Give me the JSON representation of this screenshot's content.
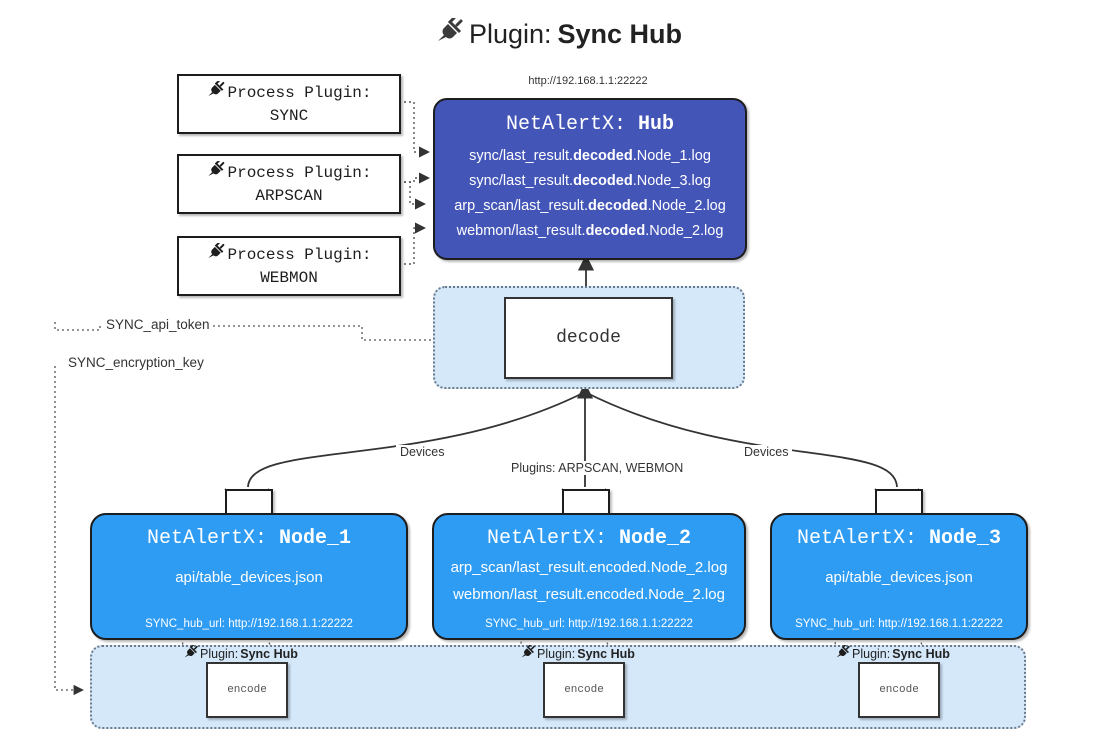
{
  "title": {
    "icon": "plug-icon",
    "prefix": "Plugin:",
    "name": "Sync Hub"
  },
  "hub": {
    "url": "http://192.168.1.1:22222",
    "title_prefix": "NetAlertX:",
    "title_name": "Hub",
    "lines": [
      {
        "pre": "sync/last_result.",
        "bold": "decoded",
        "post": ".Node_1.log"
      },
      {
        "pre": "sync/last_result.",
        "bold": "decoded",
        "post": ".Node_3.log"
      },
      {
        "pre": "arp_scan/last_result.",
        "bold": "decoded",
        "post": ".Node_2.log"
      },
      {
        "pre": "webmon/last_result.",
        "bold": "decoded",
        "post": ".Node_2.log"
      }
    ],
    "color": "#4455b8"
  },
  "process_plugins": [
    {
      "icon": "plug-icon",
      "label": "Process Plugin:",
      "name": "SYNC"
    },
    {
      "icon": "plug-icon",
      "label": "Process Plugin:",
      "name": "ARPSCAN"
    },
    {
      "icon": "plug-icon",
      "label": "Process Plugin:",
      "name": "WEBMON"
    }
  ],
  "decode": {
    "label": "decode",
    "group_color": "#d4e8fa"
  },
  "keys": {
    "api_token": "SYNC_api_token",
    "encryption_key": "SYNC_encryption_key"
  },
  "edge_labels": {
    "devices_left": "Devices",
    "plugins_center": "Plugins: ARPSCAN, WEBMON",
    "devices_right": "Devices"
  },
  "nodes": [
    {
      "title_prefix": "NetAlertX:",
      "title_name": "Node_1",
      "lines": [
        "api/table_devices.json"
      ],
      "hub_url": "SYNC_hub_url: http://192.168.1.1:22222",
      "color": "#2f9cf4"
    },
    {
      "title_prefix": "NetAlertX:",
      "title_name": "Node_2",
      "lines": [
        "arp_scan/last_result.encoded.Node_2.log",
        "webmon/last_result.encoded.Node_2.log"
      ],
      "hub_url": "SYNC_hub_url: http://192.168.1.1:22222",
      "color": "#2f9cf4"
    },
    {
      "title_prefix": "NetAlertX:",
      "title_name": "Node_3",
      "lines": [
        "api/table_devices.json"
      ],
      "hub_url": "SYNC_hub_url: http://192.168.1.1:22222",
      "color": "#2f9cf4"
    }
  ],
  "encoders": [
    {
      "icon": "plug-icon",
      "label_prefix": "Plugin:",
      "label_name": "Sync Hub",
      "box": "encode"
    },
    {
      "icon": "plug-icon",
      "label_prefix": "Plugin:",
      "label_name": "Sync Hub",
      "box": "encode"
    },
    {
      "icon": "plug-icon",
      "label_prefix": "Plugin:",
      "label_name": "Sync Hub",
      "box": "encode"
    }
  ],
  "icons": {
    "envelope": "envelope-icon",
    "plug": "plug-icon"
  }
}
